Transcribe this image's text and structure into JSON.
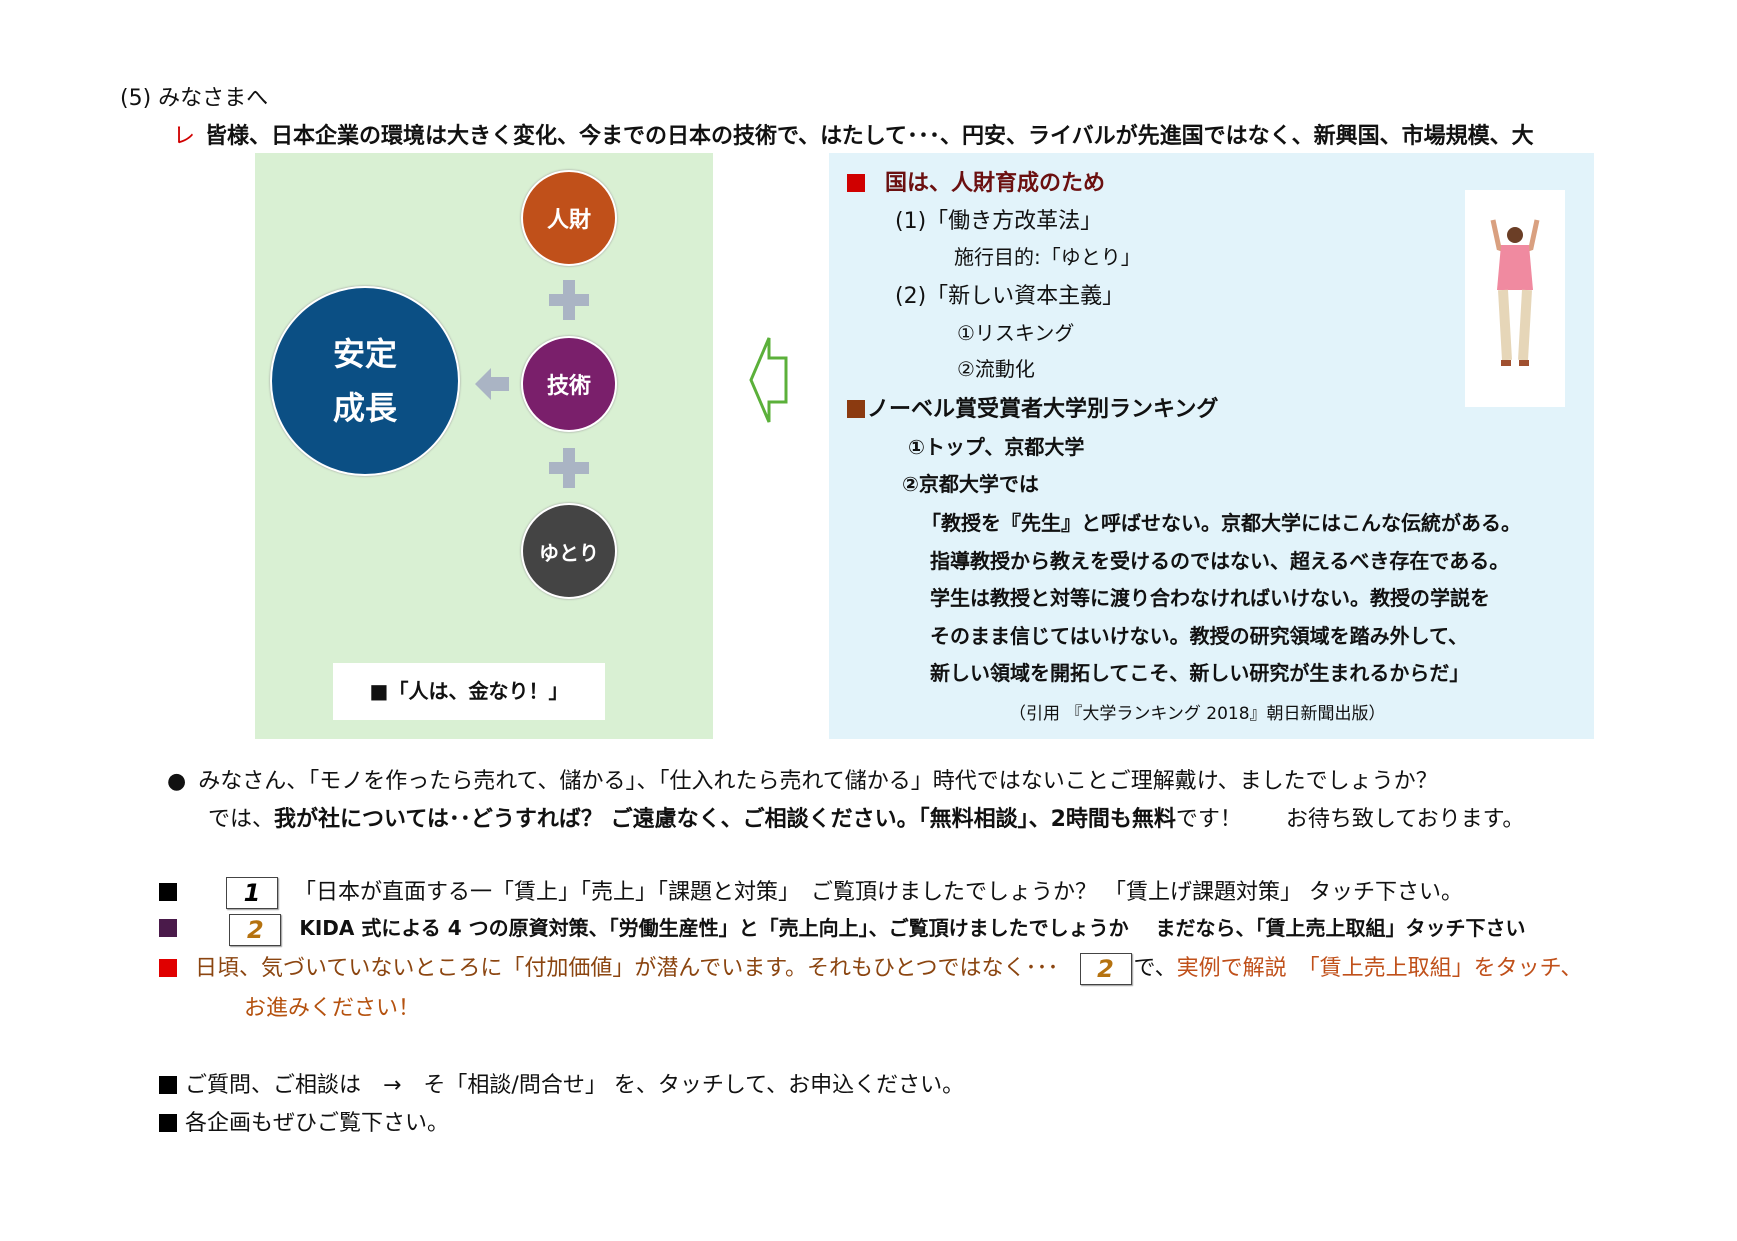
{
  "section_title": "(5) みなさまへ",
  "intro": {
    "mark": "レ",
    "text": "皆様、日本企業の環境は大きく変化、今までの日本の技術で、はたして･･･、円安、ライバルが先進国ではなく、新興国、市場規模、大"
  },
  "diagram": {
    "center": [
      "安定",
      "成長"
    ],
    "items": [
      "人財",
      "技術",
      "ゆとり"
    ],
    "caption": "■「人は、金なり！」"
  },
  "right_panel": {
    "heading1": "国は、人財育成のため",
    "l1": "(1)「働き方改革法」",
    "l1a": "施行目的:「ゆとり」",
    "l2": "(2)「新しい資本主義」",
    "l2a": "①リスキング",
    "l2b": "②流動化",
    "heading2": "ノーベル賞受賞者大学別ランキング",
    "r1": "①トップ、京都大学",
    "r2": "②京都大学では",
    "quote": [
      "「教授を『先生』と呼ばせない。京都大学にはこんな伝統がある。",
      "指導教授から教えを受けるのではない、超えるべき存在である。",
      "学生は教授と対等に渡り合わなければいけない。教授の学説を",
      "そのまま信じてはいけない。教授の研究領域を踏み外して、",
      "新しい領域を開拓してこそ、新しい研究が生まれるからだ」"
    ],
    "citation": "（引用 『大学ランキング 2018』朝日新聞出版）"
  },
  "para": {
    "bullet": "●",
    "line1": "みなさん、「モノを作ったら売れて、儲かる」、「仕入れたら売れて儲かる」時代ではないことご理解戴け、ましたでしょうか？",
    "line2a": "では、",
    "line2b": "我が社については･･どうすれば？ ご遠慮なく、ご相談ください。「無料相談」、2時間も無料",
    "line2c": "です！　　お待ち致しております。"
  },
  "items": [
    {
      "num": "1",
      "text": "「日本が直面する一「賃上」「売上」「課題と対策」　ご覧頂けましたでしょうか？ 「賃上げ課題対策」 タッチ下さい。"
    },
    {
      "num": "2",
      "text": "KIDA 式による 4 つの原資対策、「労働生産性」と「売上向上」、ご覧頂けましたでしょうか　 まだなら、「賃上売上取組」タッチ下さい"
    },
    {
      "text_a": "日頃、気づいていないところに「付加価値」が潜んでいます。それもひとつではなく･･･",
      "num": "2",
      "text_b": "で、",
      "text_c": "実例で解説　「賃上売上取組」をタッチ、",
      "text_d": "お進みください！"
    }
  ],
  "footer": [
    "ご質問、ご相談は　→　そ「相談/問合せ」 を、タッチして、お申込ください。",
    "各企画もぜひご覧下さい。"
  ],
  "colors": {
    "red": "#d00000",
    "brown": "#8b3a10",
    "orange": "#b5520f",
    "purple": "#7a1f6b",
    "navy": "#0b4f84",
    "dark": "#444"
  }
}
